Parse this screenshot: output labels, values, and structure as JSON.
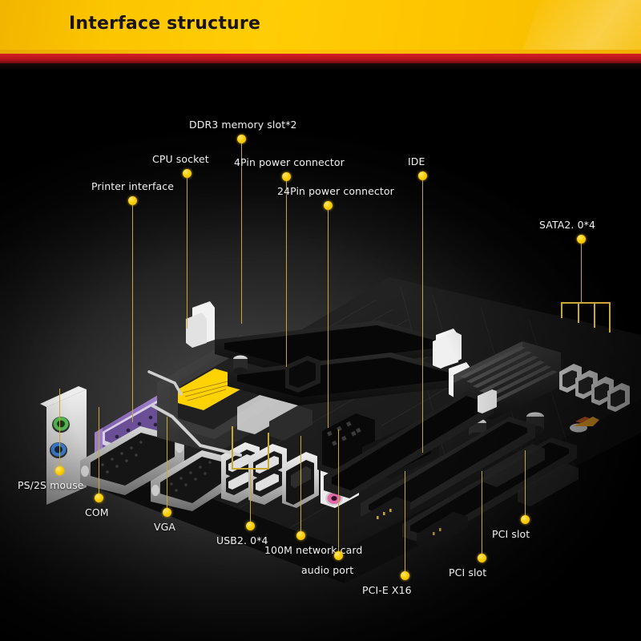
{
  "header": {
    "title": "Interface structure",
    "bg_color": "#ffcd05",
    "accent_red": "#d81f26",
    "text_color": "#1a1410"
  },
  "diagram": {
    "subject": "computer-motherboard",
    "background_color": "#000000",
    "callout_color": "#ffd000",
    "label_color": "#f2f2f2",
    "callouts": [
      {
        "id": "printer-interface",
        "label": "Printer interface"
      },
      {
        "id": "cpu-socket",
        "label": "CPU socket"
      },
      {
        "id": "ddr3-memory-slot",
        "label": "DDR3 memory slot*2"
      },
      {
        "id": "4pin-power",
        "label": "4Pin power connector"
      },
      {
        "id": "24pin-power",
        "label": "24Pin power connector"
      },
      {
        "id": "ide",
        "label": "IDE"
      },
      {
        "id": "sata",
        "label": "SATA2. 0*4"
      },
      {
        "id": "ps2-mouse",
        "label": "PS/2S mouse"
      },
      {
        "id": "com",
        "label": "COM"
      },
      {
        "id": "vga",
        "label": "VGA"
      },
      {
        "id": "usb",
        "label": "USB2. 0*4"
      },
      {
        "id": "network-card",
        "label": "100M network card"
      },
      {
        "id": "audio-port",
        "label": "audio port"
      },
      {
        "id": "pcie-x16",
        "label": "PCI-E X16"
      },
      {
        "id": "pci-slot-1",
        "label": "PCI slot"
      },
      {
        "id": "pci-slot-2",
        "label": "PCI slot"
      }
    ]
  }
}
